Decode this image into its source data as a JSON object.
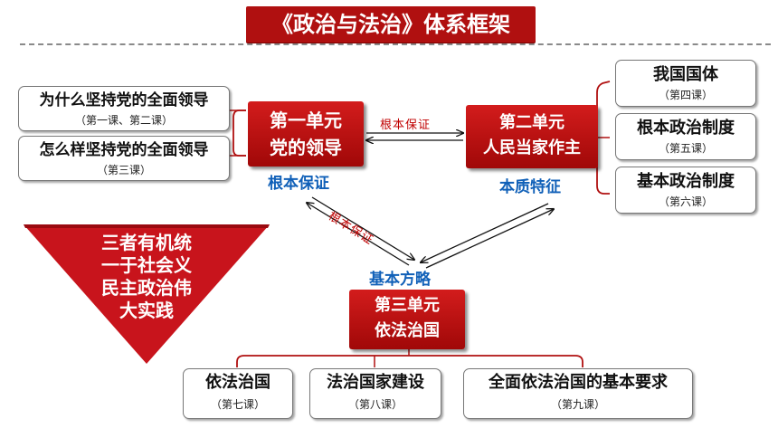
{
  "title": "《政治与法治》体系框架",
  "left_boxes": [
    {
      "main": "为什么坚持党的全面领导",
      "sub": "（第一课、第二课）"
    },
    {
      "main": "怎么样坚持党的全面领导",
      "sub": "（第三课）"
    }
  ],
  "right_boxes": [
    {
      "main": "我国国体",
      "sub": "（第四课）"
    },
    {
      "main": "根本政治制度",
      "sub": "（第五课）"
    },
    {
      "main": "基本政治制度",
      "sub": "（第六课）"
    }
  ],
  "bottom_boxes": [
    {
      "main": "依法治国",
      "sub": "（第七课）"
    },
    {
      "main": "法治国家建设",
      "sub": "（第八课）"
    },
    {
      "main": "全面依法治国的基本要求",
      "sub": "（第九课）"
    }
  ],
  "units": {
    "unit1": {
      "line1": "第一单元",
      "line2": "党的领导"
    },
    "unit2": {
      "line1": "第二单元",
      "line2": "人民当家作主"
    },
    "unit3": {
      "line1": "第三单元",
      "line2": "依法治国"
    }
  },
  "labels": {
    "unit1_role": "根本保证",
    "unit2_role": "本质特征",
    "unit3_role": "基本方略",
    "arrow_top": "根本保证",
    "arrow_diag": "根本保证"
  },
  "triangle": {
    "lines": [
      "三者有机统",
      "一于社会义",
      "民主政治伟",
      "大实践"
    ]
  },
  "colors": {
    "red": "#b01010",
    "blue": "#1060b8",
    "dark_red": "#8a0000"
  }
}
